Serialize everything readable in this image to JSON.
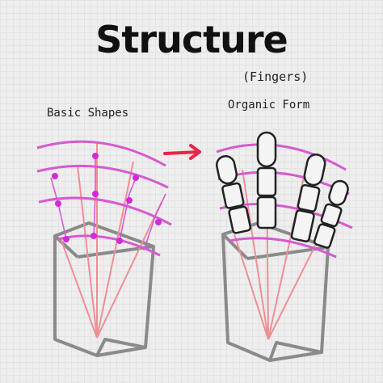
{
  "title": "Structure",
  "subtitle": "(Fingers)",
  "panels": {
    "left_label": "Basic Shapes",
    "right_label": "Organic Form"
  },
  "colors": {
    "ink": "#222222",
    "palm_outline": "#8a8a8a",
    "arc": "#d65ad0",
    "joint_dot": "#d12bd8",
    "guide_line": "#f08e95",
    "arrow": "#e8244a"
  }
}
